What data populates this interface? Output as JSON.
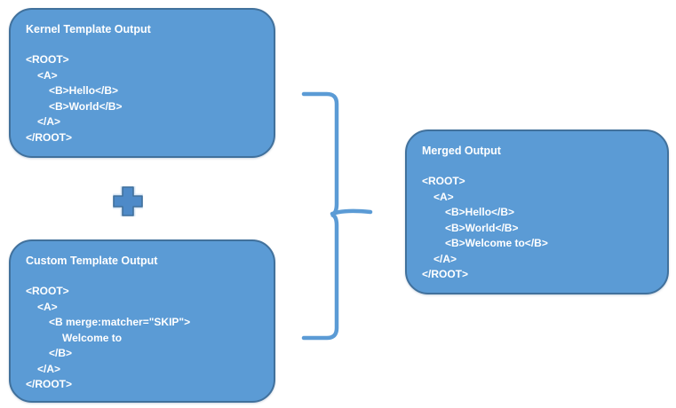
{
  "colors": {
    "background": "#ffffff",
    "box_fill": "#5b9bd5",
    "box_border": "#41719c",
    "text": "#ffffff",
    "brace_stroke": "#5b9bd5",
    "plus_fill": "#4e8ac8",
    "plus_border": "#41719c",
    "plus_glow": "#dbe8f6"
  },
  "boxes": {
    "kernel": {
      "title": "Kernel Template Output",
      "lines": [
        {
          "indent": 0,
          "text": "<ROOT>"
        },
        {
          "indent": 1,
          "text": "<A>"
        },
        {
          "indent": 2,
          "text": "<B>Hello</B>"
        },
        {
          "indent": 2,
          "text": "<B>World</B>"
        },
        {
          "indent": 1,
          "text": "</A>"
        },
        {
          "indent": 0,
          "text": "</ROOT>"
        }
      ]
    },
    "custom": {
      "title": "Custom Template Output",
      "lines": [
        {
          "indent": 0,
          "text": "<ROOT>"
        },
        {
          "indent": 1,
          "text": "<A>"
        },
        {
          "indent": 2,
          "text": "<B merge:matcher=\"SKIP\">"
        },
        {
          "indent": 3,
          "text": "Welcome to"
        },
        {
          "indent": 2,
          "text": "</B>"
        },
        {
          "indent": 1,
          "text": "</A>"
        },
        {
          "indent": 0,
          "text": "</ROOT>"
        }
      ]
    },
    "merged": {
      "title": "Merged Output",
      "lines": [
        {
          "indent": 0,
          "text": "<ROOT>"
        },
        {
          "indent": 1,
          "text": "<A>"
        },
        {
          "indent": 2,
          "text": "<B>Hello</B>"
        },
        {
          "indent": 2,
          "text": "<B>World</B>"
        },
        {
          "indent": 2,
          "text": "<B>Welcome to</B>"
        },
        {
          "indent": 1,
          "text": "</A>"
        },
        {
          "indent": 0,
          "text": "</ROOT>"
        }
      ]
    }
  },
  "operators": {
    "plus": "plus-sign",
    "brace": "right-curly-brace"
  }
}
